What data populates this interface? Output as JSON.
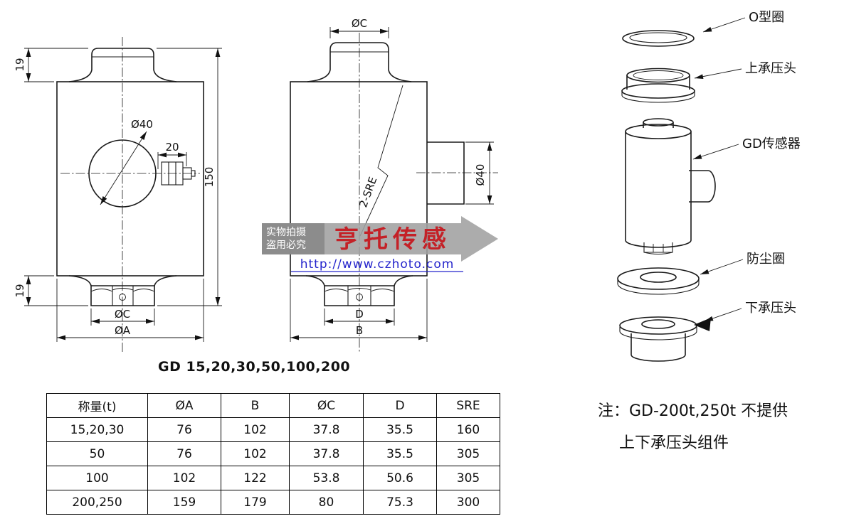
{
  "title": "GD 15,20,30,50,100,200",
  "front_view": {
    "dim_top": "19",
    "dim_bottom": "19",
    "dim_height": "150",
    "dim_hole": "Ø40",
    "dim_gland_len": "20",
    "dim_boss": "ØC",
    "dim_body": "ØA"
  },
  "side_view": {
    "dim_top": "ØC",
    "dim_thread": "2-SRE",
    "dim_connector": "Ø40",
    "dim_nut": "D",
    "dim_body": "B"
  },
  "exploded_view": {
    "labels": {
      "o_ring": "O型圈",
      "upper_head": "上承压头",
      "sensor": "GD传感器",
      "dust_ring": "防尘圈",
      "lower_head": "下承压头"
    }
  },
  "watermark": {
    "stamp_line1": "实物拍摄",
    "stamp_line2": "盗用必究",
    "brand": "亨托传感",
    "url": "http://www.czhoto.com"
  },
  "table": {
    "headers": [
      "称量(t)",
      "ØA",
      "B",
      "ØC",
      "D",
      "SRE"
    ],
    "rows": [
      [
        "15,20,30",
        "76",
        "102",
        "37.8",
        "35.5",
        "160"
      ],
      [
        "50",
        "76",
        "102",
        "37.8",
        "35.5",
        "305"
      ],
      [
        "100",
        "102",
        "122",
        "53.8",
        "50.6",
        "305"
      ],
      [
        "200,250",
        "159",
        "179",
        "80",
        "75.3",
        "300"
      ]
    ]
  },
  "note": {
    "line1": "注：GD-200t,250t 不提供",
    "line2": "上下承压头组件"
  },
  "colors": {
    "line": "#1a1a1a",
    "banner_gray": "#a0a0a0",
    "stamp_gray": "#8a8a8a",
    "brand_red": "#c42127",
    "url_blue": "#2424cc"
  }
}
